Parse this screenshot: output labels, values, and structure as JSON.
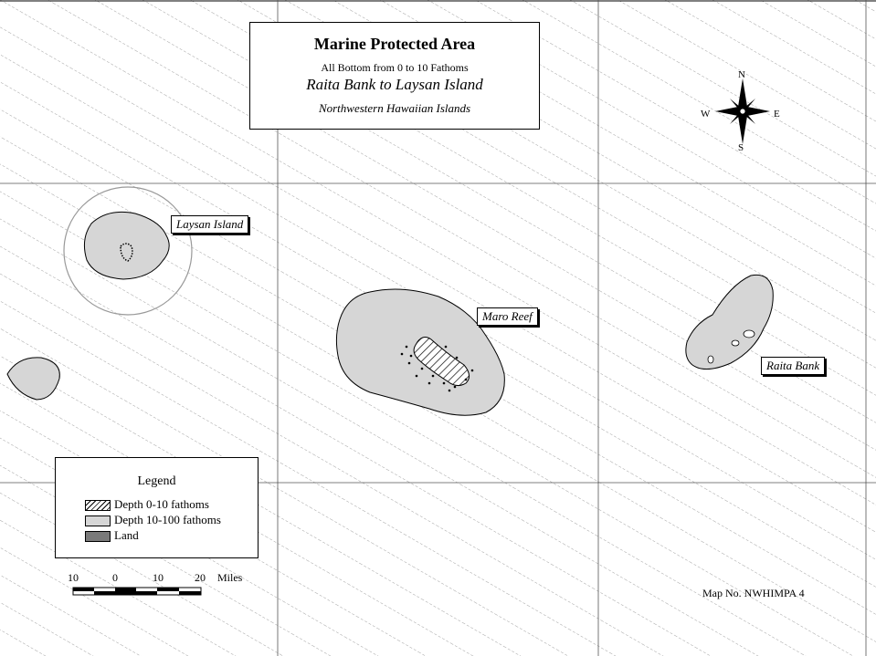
{
  "title": {
    "main": "Marine Protected Area",
    "subtitle": "All Bottom from 0 to 10 Fathoms",
    "range": "Raita Bank to Laysan Island",
    "region": "Northwestern Hawaiian Islands"
  },
  "features": {
    "laysan": "Laysan Island",
    "maro": "Maro Reef",
    "raita": "Raita Bank"
  },
  "legend": {
    "title": "Legend",
    "items": [
      {
        "label": "Depth 0-10 fathoms"
      },
      {
        "label": "Depth 10-100 fathoms"
      },
      {
        "label": "Land"
      }
    ]
  },
  "scale": {
    "ticks": [
      "10",
      "0",
      "10",
      "20"
    ],
    "unit": "Miles"
  },
  "compass": {
    "n": "N",
    "s": "S",
    "e": "E",
    "w": "W"
  },
  "map_number": "Map No. NWHIMPA 4",
  "colors": {
    "depth_10_100": "#d6d6d6",
    "land": "#7a7a7a",
    "grid": "#999999"
  }
}
